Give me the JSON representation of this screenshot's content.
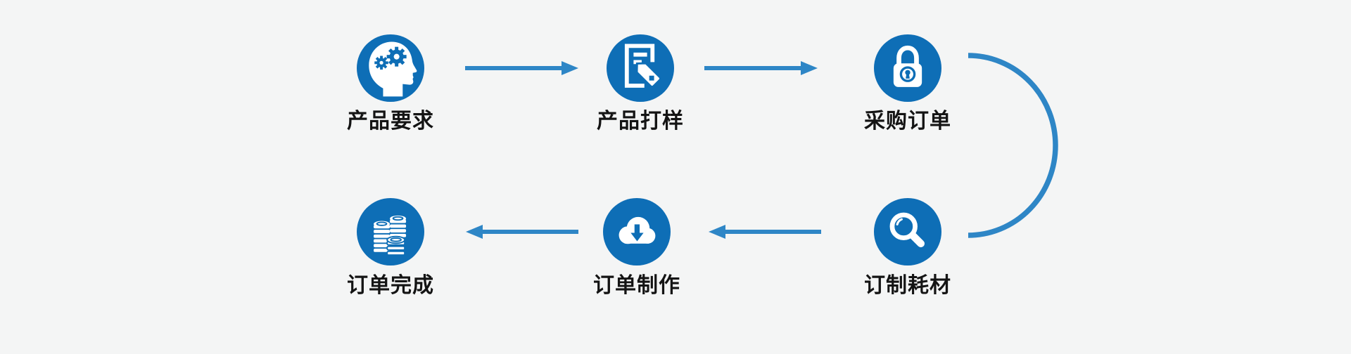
{
  "page": {
    "background_color": "#f4f5f5"
  },
  "palette": {
    "icon_circle_blue": "#0e6eb6",
    "connector_blue": "#2e86c6",
    "label_color": "#141414"
  },
  "flow": {
    "steps": [
      {
        "label": "产品要求",
        "icon": "head-with-gears-icon"
      },
      {
        "label": "产品打样",
        "icon": "document-with-tag-icon"
      },
      {
        "label": "采购订单",
        "icon": "padlock-icon"
      },
      {
        "label": "订制耗材",
        "icon": "magnifier-icon"
      },
      {
        "label": "订单制作",
        "icon": "cloud-download-icon"
      },
      {
        "label": "订单完成",
        "icon": "coin-stacks-icon"
      }
    ]
  }
}
